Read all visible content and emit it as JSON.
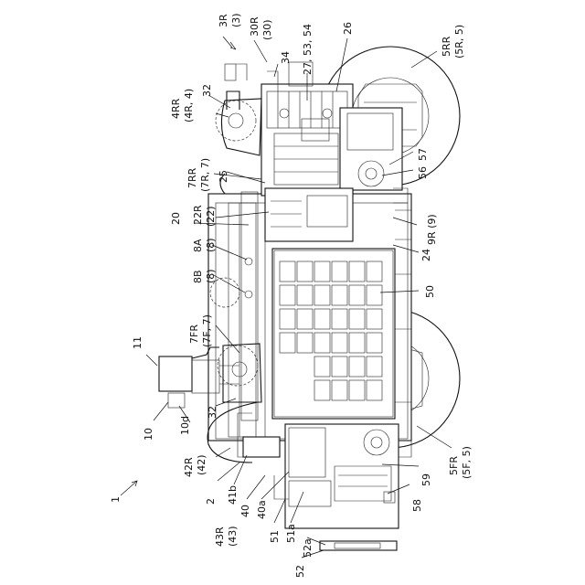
{
  "labels": {
    "l1": "1",
    "l2": "2",
    "l3R": "3R",
    "l3": "(3)",
    "l4RR": "4RR",
    "l4R4": "(4R, 4)",
    "l5RR": "5RR",
    "l5R5": "(5R, 5)",
    "l5FR": "5FR",
    "l5F5": "(5F, 5)",
    "l7RR": "7RR",
    "l7R7": "(7R, 7)",
    "l7FR": "7FR",
    "l7F7": "(7F, 7)",
    "l8A": "8A",
    "l8Ap": "(8)",
    "l8B": "8B",
    "l8Bp": "(8)",
    "l9R": "9R (9)",
    "l10": "10",
    "l10d": "10d",
    "l11": "11",
    "l20": "20",
    "l22R": "22R",
    "l22": "(22)",
    "l24": "24",
    "l25": "25",
    "l26": "26",
    "l27": "27, 53, 54",
    "l30R": "30R",
    "l30": "(30)",
    "l32a": "32",
    "l32b": "32",
    "l34": "34",
    "l40": "40",
    "l40a": "40a",
    "l41b": "41b",
    "l42R": "42R",
    "l42": "(42)",
    "l43R": "43R",
    "l43": "(43)",
    "l50": "50",
    "l51": "51",
    "l51a": "51a",
    "l52": "52",
    "l52a": "52a",
    "l56": "56",
    "l57": "57",
    "l58": "58",
    "l59": "59"
  }
}
